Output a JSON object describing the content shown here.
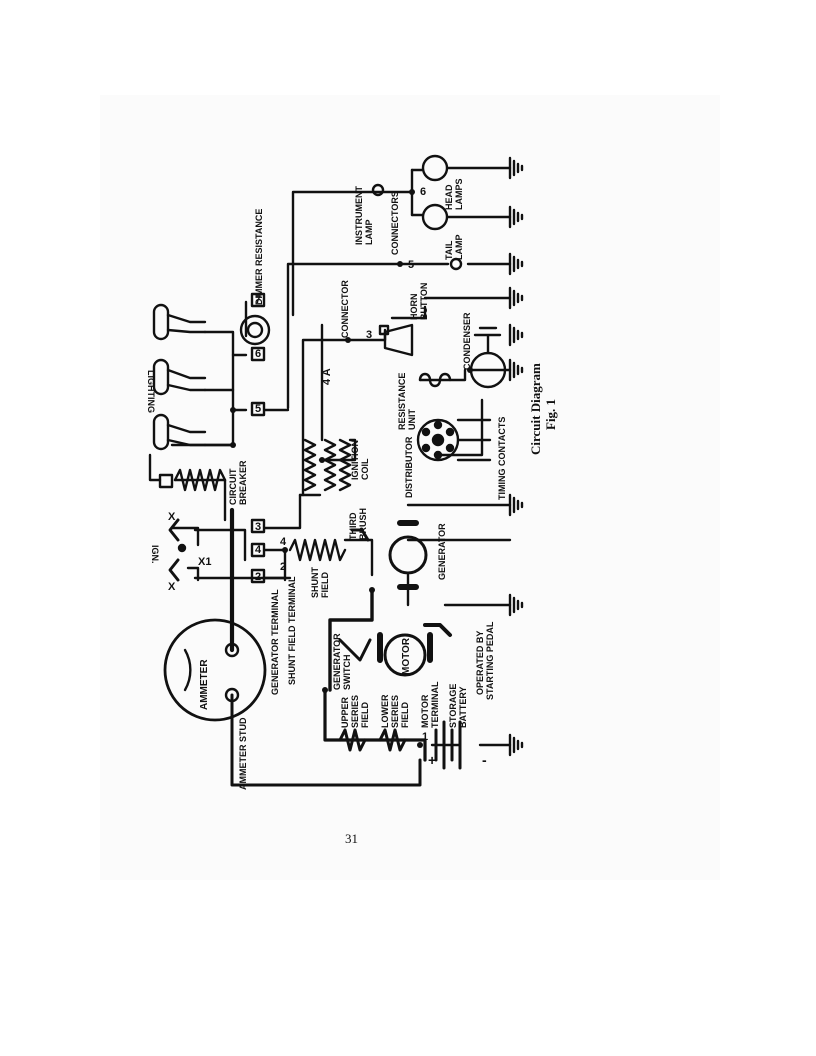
{
  "labels": {
    "lighting": "LIGHTING",
    "dimmer_resistance": "DIMMER RESISTANCE",
    "instrument_lamp": [
      "INSTRUMENT",
      "LAMP"
    ],
    "connectors": "CONNECTORS",
    "head_lamps": [
      "HEAD",
      "LAMPS"
    ],
    "tail_lamp": [
      "TAIL",
      "LAMP"
    ],
    "horn_button": [
      "HORN",
      "BUTTON"
    ],
    "connector": "CONNECTOR",
    "condenser": "CONDENSER",
    "resistance_unit": [
      "RESISTANCE",
      "UNIT"
    ],
    "timing_contacts": "TIMING CONTACTS",
    "distributor": "DISTRIBUTOR",
    "ignition_coil": [
      "IGNITION",
      "COIL"
    ],
    "circuit_breaker": [
      "CIRCUIT",
      "BREAKER"
    ],
    "ign": "IGN.",
    "third_brush": [
      "THIRD",
      "BRUSH"
    ],
    "generator": "GENERATOR",
    "shunt_field": [
      "SHUNT",
      "FIELD"
    ],
    "generator_terminal": "GENERATOR TERMINAL",
    "shunt_field_terminal": "SHUNT FIELD TERMINAL",
    "ammeter": "AMMETER",
    "ammeter_stud": "AMMETER STUD",
    "generator_switch": [
      "GENERATOR",
      "SWITCH"
    ],
    "motor": "MOTOR",
    "operated_by_starting_pedal": [
      "OPERATED BY",
      "STARTING PEDAL"
    ],
    "upper_series_field": [
      "UPPER",
      "SERIES",
      "FIELD"
    ],
    "lower_series_field": [
      "LOWER",
      "SERIES",
      "FIELD"
    ],
    "motor_terminal": [
      "MOTOR",
      "TERMINAL"
    ],
    "storage_battery": [
      "STORAGE",
      "BATTERY"
    ],
    "plus": "+",
    "minus": "-",
    "x": "X",
    "x1": "X1"
  },
  "numbers": {
    "n1": "1",
    "n2": "2",
    "n3": "3",
    "n4": "4",
    "n4a": "4 A",
    "n5": "5",
    "n6": "6",
    "n7": "7"
  },
  "caption": {
    "title": "Circuit Diagram",
    "fig": "Fig. 1"
  },
  "page_number": "31"
}
